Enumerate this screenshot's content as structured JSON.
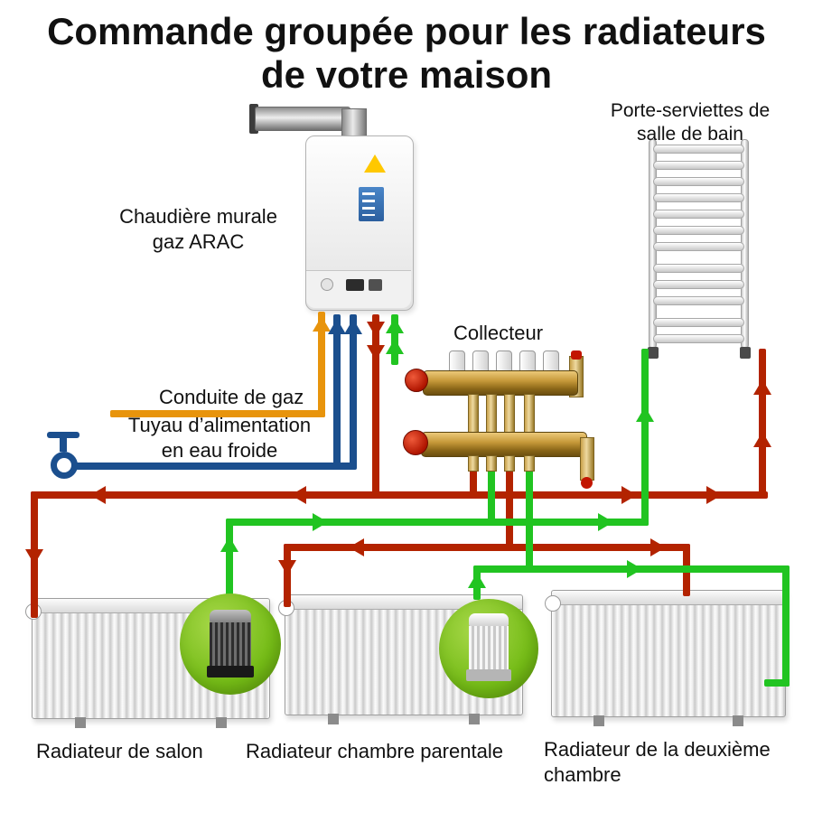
{
  "title": {
    "line1": "Commande groupée pour les radiateurs",
    "line2": "de votre maison"
  },
  "labels": {
    "towel_rail_line1": "Porte-serviettes de",
    "towel_rail_line2": "salle de bain",
    "boiler_line1": "Chaudière murale",
    "boiler_line2": "gaz ARAC",
    "collector": "Collecteur",
    "gas_pipe": "Conduite de gaz",
    "cold_water_line1": "Tuyau d’alimentation",
    "cold_water_line2": "en eau froide",
    "radiator_living_room": "Radiateur de salon",
    "radiator_master_bedroom": "Radiateur chambre parentale",
    "radiator_second_bedroom_line1": "Radiateur de la deuxième",
    "radiator_second_bedroom_line2": "chambre"
  },
  "colors": {
    "gas": "#e8940c",
    "cold_water": "#1b4f8e",
    "hot_supply": "#b32300",
    "return_line": "#21c421",
    "valve_circle": "#74bb16",
    "text": "#111111"
  }
}
